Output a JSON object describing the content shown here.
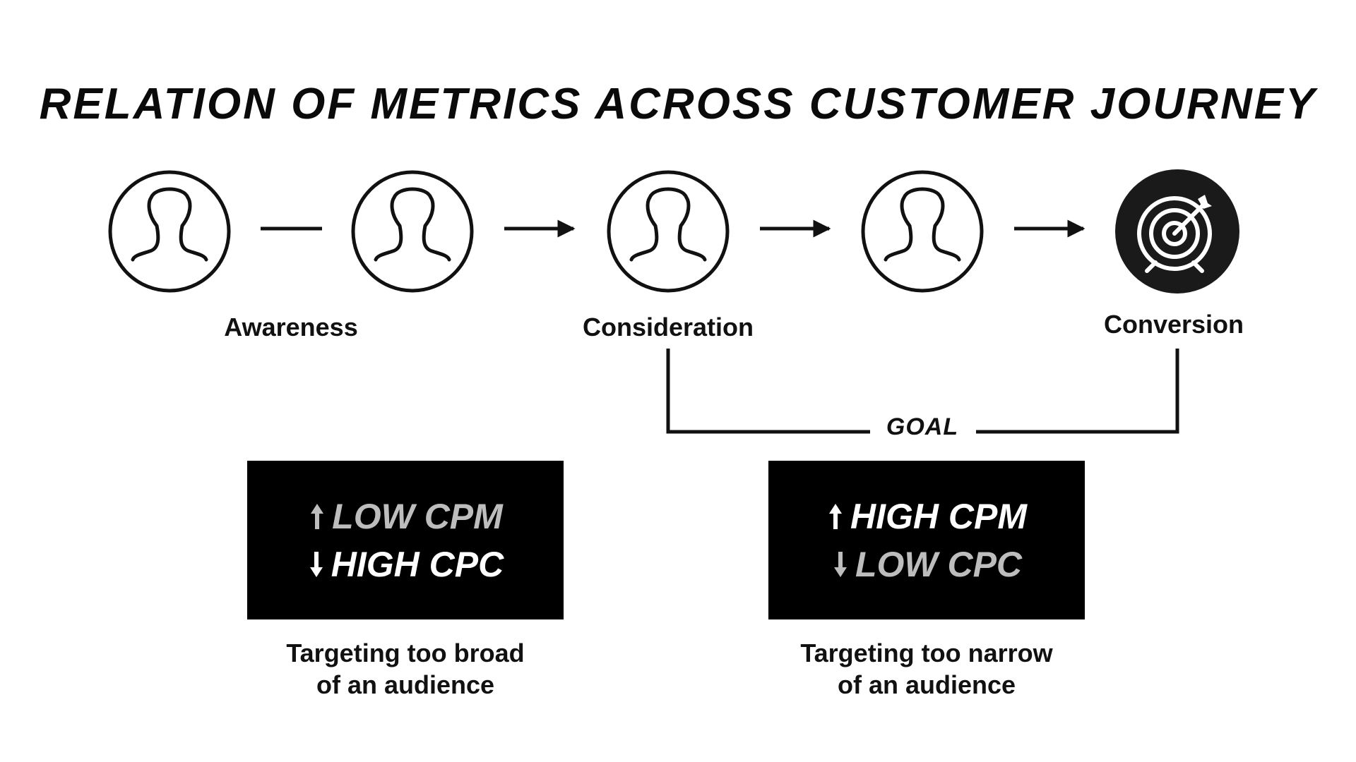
{
  "title": "RELATION OF METRICS ACROSS CUSTOMER JOURNEY",
  "stages": [
    {
      "label": "Awareness",
      "icon": "person-icon"
    },
    {
      "label": "",
      "icon": "person-icon"
    },
    {
      "label": "Consideration",
      "icon": "person-icon"
    },
    {
      "label": "",
      "icon": "person-icon"
    },
    {
      "label": "Conversion",
      "icon": "target-icon"
    }
  ],
  "goal": "GOAL",
  "boxes": [
    {
      "line1": {
        "arrow": "up",
        "text": "LOW CPM",
        "color": "#bdbdbd"
      },
      "line2": {
        "arrow": "down",
        "text": "HIGH CPC",
        "color": "#ffffff"
      },
      "caption_line1": "Targeting too broad",
      "caption_line2": "of an audience"
    },
    {
      "line1": {
        "arrow": "up",
        "text": "HIGH CPM",
        "color": "#ffffff"
      },
      "line2": {
        "arrow": "down",
        "text": "LOW CPC",
        "color": "#bdbdbd"
      },
      "caption_line1": "Targeting too narrow",
      "caption_line2": "of an audience"
    }
  ],
  "colors": {
    "ink": "#111111",
    "box_background": "#000000",
    "highlight_text": "#ffffff",
    "muted_text": "#bdbdbd"
  }
}
